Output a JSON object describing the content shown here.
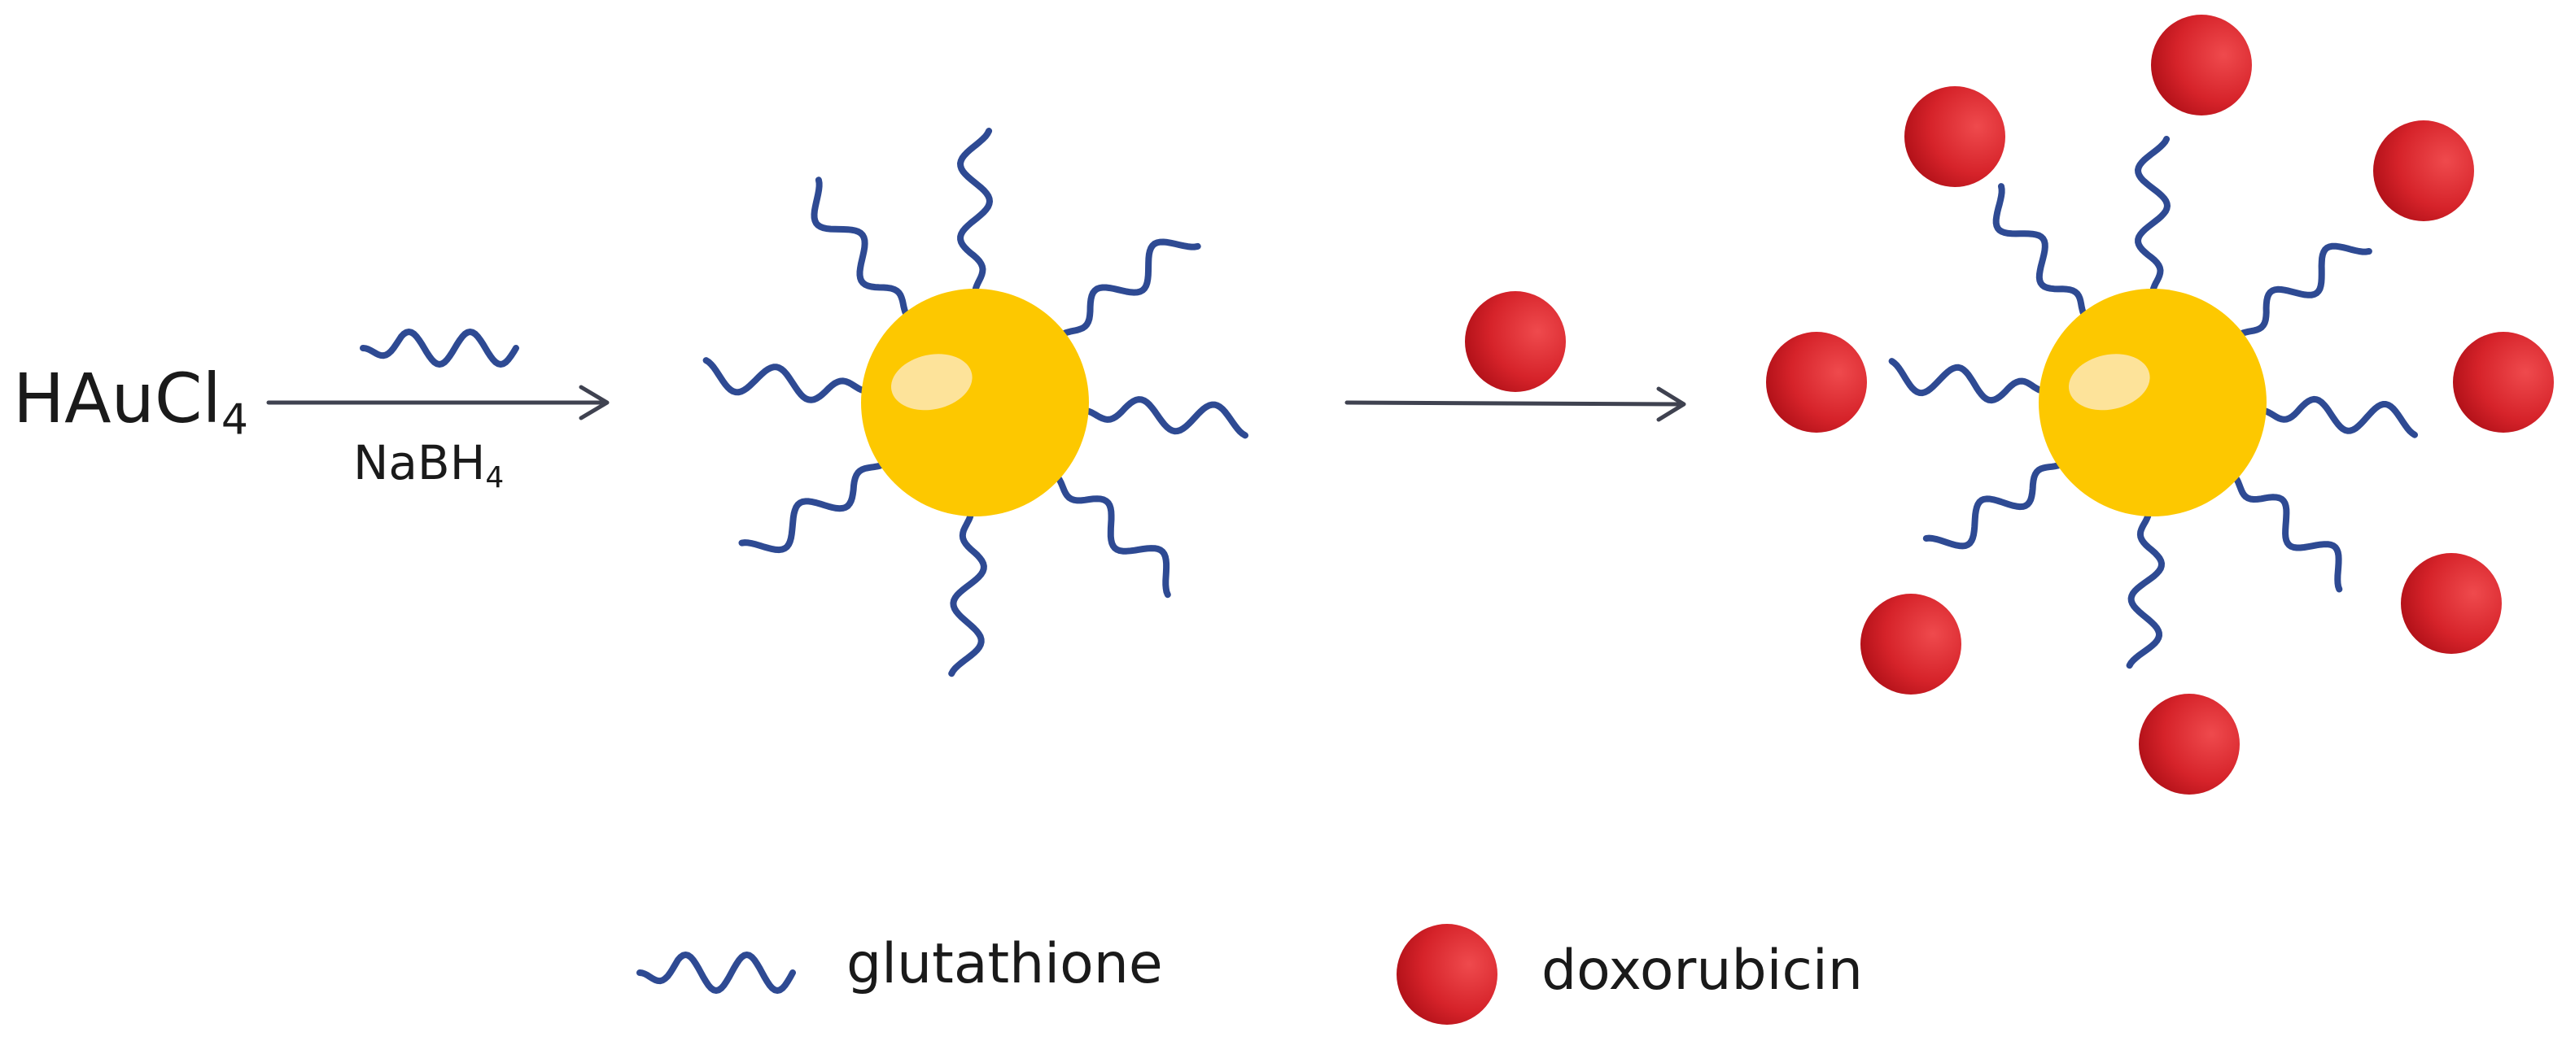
{
  "reagents": {
    "gold_salt": {
      "main": "HAuCl",
      "sub": "4"
    },
    "reductant": {
      "main": "NaBH",
      "sub": "4"
    }
  },
  "legend": {
    "ligand_label": "glutathione",
    "drug_label": "doxorubicin"
  },
  "colors": {
    "ligand": "#2e4a93",
    "gold": "#fdc800",
    "gold_highlight": "#fde39a",
    "drug_light": "#ef4a4d",
    "drug_dark": "#b00a12",
    "arrow": "#3f4250",
    "text": "#1a1a1a"
  },
  "icons": [
    "wavy-line-icon",
    "red-sphere-icon",
    "reaction-arrow-icon",
    "gold-nanoparticle-icon"
  ]
}
